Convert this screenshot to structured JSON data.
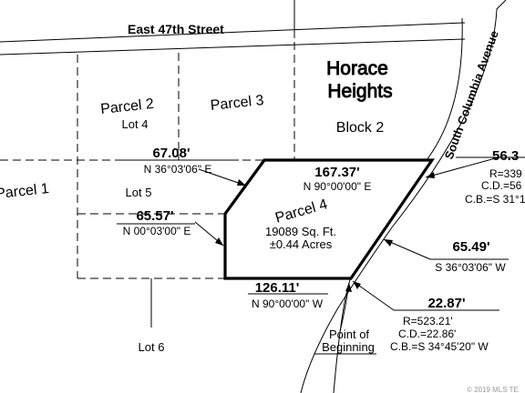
{
  "street": "East 47th Street",
  "avenue": "South Columbia Avenue",
  "subdivision": {
    "line1": "Horace",
    "line2": "Heights",
    "block": "Block 2"
  },
  "parcels": {
    "p1": "Parcel 1",
    "p2": "Parcel 2",
    "p3": "Parcel 3",
    "p4": "Parcel 4"
  },
  "lots": {
    "lot4": "Lot 4",
    "lot5": "Lot 5",
    "lot6": "Lot 6"
  },
  "parcel4_area": {
    "sqft": "19089 Sq. Ft.",
    "acres": "±0.44 Acres"
  },
  "courses": {
    "top_dist": "167.37'",
    "top_bearing": "N 90°00'00\" E",
    "bottom_dist": "126.11'",
    "bottom_bearing": "N 90°00'00\" W",
    "nw_dist": "67.08'",
    "nw_bearing": "N 36°03'06\" E",
    "west_dist": "65.57'",
    "west_bearing": "N 00°03'00\" E",
    "se_dist": "65.49'",
    "se_bearing": "S 36°03'06\" W"
  },
  "curve_ne": {
    "arc": "56.3",
    "radius": "R=339",
    "chord": "C.D.=56",
    "chord_bearing": "C.B.=S 31°1"
  },
  "curve_se": {
    "arc": "22.87'",
    "radius": "R=523.21'",
    "chord": "C.D.=22.86'",
    "chord_bearing": "C.B.=S 34°45'20\" W"
  },
  "pob": {
    "line1": "Point of",
    "line2": "Beginning"
  },
  "watermark": "© 2019 MLS TE"
}
